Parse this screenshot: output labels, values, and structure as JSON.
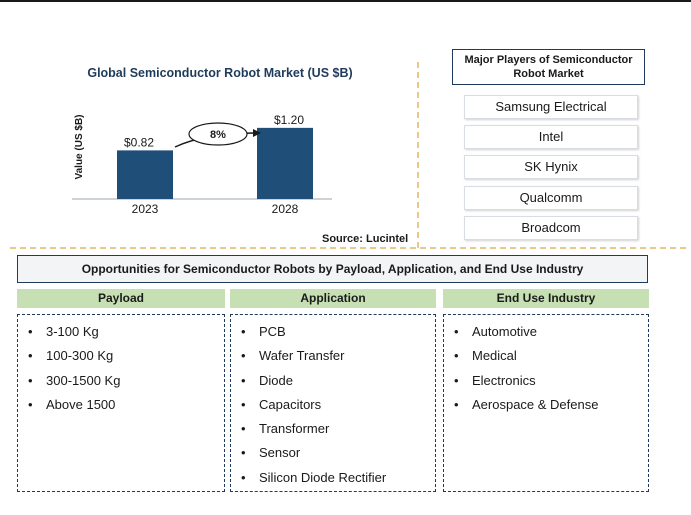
{
  "chart_data": {
    "type": "bar",
    "title": "Global Semiconductor Robot Market (US $B)",
    "ylabel": "Value (US $B)",
    "categories": [
      "2023",
      "2028"
    ],
    "values": [
      0.82,
      1.2
    ],
    "data_labels": [
      "$0.82",
      "$1.20"
    ],
    "ylim": [
      0,
      1.4
    ],
    "grid": false,
    "bar_color": "#1f4e79",
    "growth_label": "8%"
  },
  "source": "Source: Lucintel",
  "players": {
    "title": "Major Players of Semiconductor Robot Market",
    "items": [
      "Samsung Electrical",
      "Intel",
      "SK Hynix",
      "Qualcomm",
      "Broadcom"
    ]
  },
  "opportunities": {
    "title": "Opportunities for Semiconductor Robots by Payload, Application, and End Use Industry",
    "columns": [
      {
        "header": "Payload",
        "items": [
          "3-100 Kg",
          "100-300 Kg",
          "300-1500 Kg",
          "Above 1500"
        ]
      },
      {
        "header": "Application",
        "items": [
          "PCB",
          "Wafer Transfer",
          "Diode",
          "Capacitors",
          "Transformer",
          "Sensor",
          "Silicon Diode Rectifier"
        ]
      },
      {
        "header": "End Use Industry",
        "items": [
          "Automotive",
          "Medical",
          "Electronics",
          "Aerospace & Defense"
        ]
      }
    ]
  },
  "colors": {
    "header_green": "#c6e0b4",
    "navy": "#1f3b5b",
    "divider": "#e8c98a"
  }
}
